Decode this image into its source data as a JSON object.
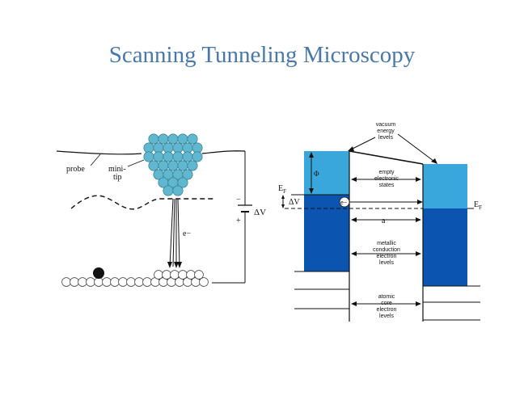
{
  "slide": {
    "title": "Scanning Tunneling Microscopy"
  },
  "left_diagram": {
    "probe_label": "probe",
    "minitip_label_line1": "mini-",
    "minitip_label_line2": "tip",
    "electron_label": "e−",
    "voltage_label": "ΔV",
    "minus_sign": "−",
    "plus_sign": "+"
  },
  "right_diagram": {
    "vacuum_label": [
      "vacuum",
      "energy",
      "levels"
    ],
    "empty_states_label": [
      "empty",
      "electronic",
      "states"
    ],
    "metallic_label": [
      "metallic",
      "conduction",
      "electron",
      "levels"
    ],
    "core_label": [
      "atomic",
      "core",
      "electron",
      "levels"
    ],
    "phi_label": "Φ",
    "fermi_left": "E",
    "fermi_left_sub": "F",
    "fermi_right": "E",
    "fermi_right_sub": "F",
    "delta_v_label": "ΔV",
    "electron_label": "e−",
    "gap_label": "a",
    "colors": {
      "light_blue": "#3aa7dc",
      "dark_blue": "#0b55b0"
    }
  }
}
